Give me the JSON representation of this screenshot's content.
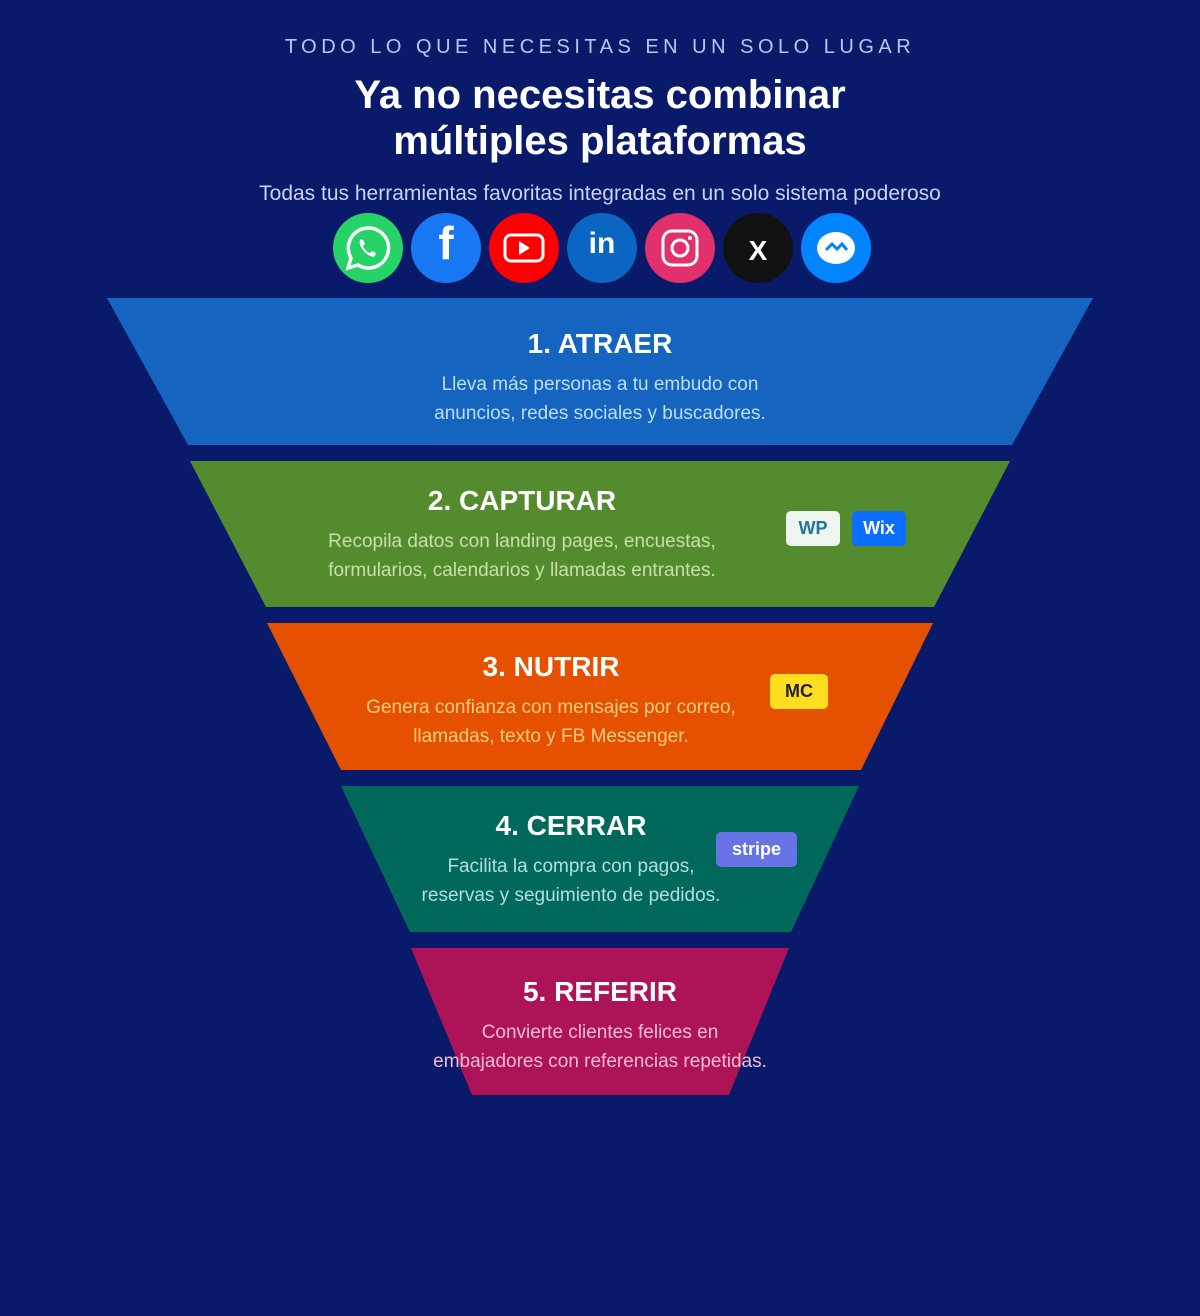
{
  "header": {
    "kicker": "TODO LO QUE NECESITAS EN UN SOLO LUGAR",
    "title_line1": "Ya no necesitas combinar",
    "title_line2": "múltiples plataformas",
    "subtitle": "Todas tus herramientas favoritas integradas en un solo sistema poderoso"
  },
  "icons": [
    "whatsapp-icon",
    "facebook-icon",
    "youtube-icon",
    "linkedin-icon",
    "instagram-icon",
    "x-icon",
    "messenger-icon"
  ],
  "x_label": "X",
  "stages": [
    {
      "title": "1. ATRAER",
      "desc1": "Lleva más personas a tu embudo con",
      "desc2": "anuncios, redes sociales y buscadores.",
      "color": "#1565c0"
    },
    {
      "title": "2. CAPTURAR",
      "desc1": "Recopila datos con landing pages, encuestas,",
      "desc2": "formularios, calendarios y llamadas entrantes.",
      "color": "#558b2f",
      "badges": [
        "WP",
        "Wix"
      ]
    },
    {
      "title": "3. NUTRIR",
      "desc1": "Genera confianza con mensajes por correo,",
      "desc2": "llamadas, texto y FB Messenger.",
      "color": "#e65100",
      "badges": [
        "MC"
      ]
    },
    {
      "title": "4. CERRAR",
      "desc1": "Facilita la compra con pagos,",
      "desc2": "reservas y seguimiento de pedidos.",
      "color": "#00695c",
      "badges": [
        "stripe"
      ]
    },
    {
      "title": "5. REFERIR",
      "desc1": "Convierte clientes felices en",
      "desc2": "embajadores con referencias repetidas.",
      "color": "#ad1457"
    }
  ]
}
